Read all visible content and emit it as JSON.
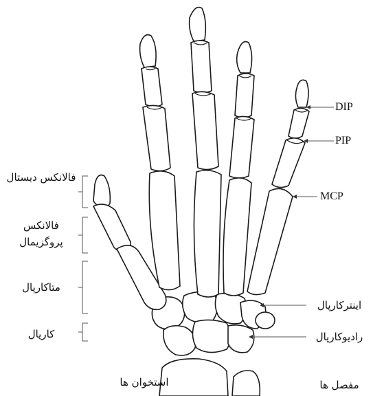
{
  "labels": {
    "bones": {
      "distal_phalanx": "فالانکس دیستال",
      "proximal_phalanx": "فالانکس پروگزیمال",
      "metacarpal": "متاکارپال",
      "carpal": "کارپال",
      "caption": "استخوان ها"
    },
    "joints": {
      "dip": "DIP",
      "pip": "PIP",
      "mcp": "MCP",
      "intercarpal": "اینترکارپال",
      "radiocarpal": "رادیوکارپال",
      "caption": "مفصل ها"
    }
  }
}
